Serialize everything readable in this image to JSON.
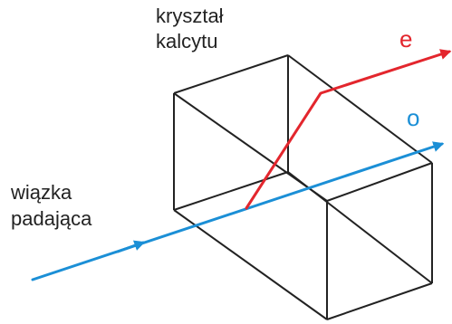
{
  "labels": {
    "crystal_line1": "kryształ",
    "crystal_line2": "kalcytu",
    "incident_line1": "wiązka",
    "incident_line2": "padająca",
    "extraordinary_ray": "e",
    "ordinary_ray": "o"
  },
  "colors": {
    "crystal_edges": "#222222",
    "extraordinary_ray": "#e3262d",
    "ordinary_ray": "#1b8fd6",
    "text": "#222222"
  }
}
